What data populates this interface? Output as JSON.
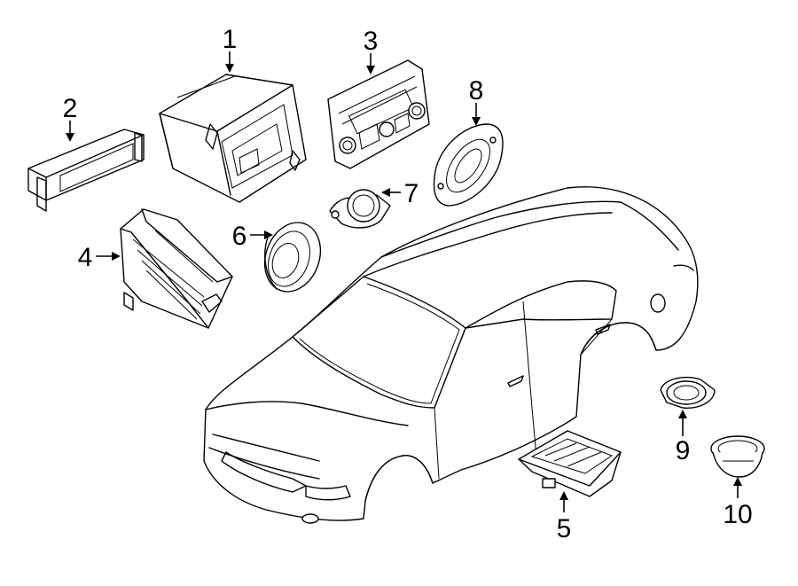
{
  "callouts": [
    {
      "number": "1",
      "part": "radio-receiver"
    },
    {
      "number": "2",
      "part": "display-module"
    },
    {
      "number": "3",
      "part": "control-panel"
    },
    {
      "number": "4",
      "part": "amplifier"
    },
    {
      "number": "5",
      "part": "under-seat-module"
    },
    {
      "number": "6",
      "part": "door-speaker"
    },
    {
      "number": "7",
      "part": "tweeter"
    },
    {
      "number": "8",
      "part": "rear-speaker"
    },
    {
      "number": "9",
      "part": "small-speaker"
    },
    {
      "number": "10",
      "part": "subwoofer"
    }
  ]
}
